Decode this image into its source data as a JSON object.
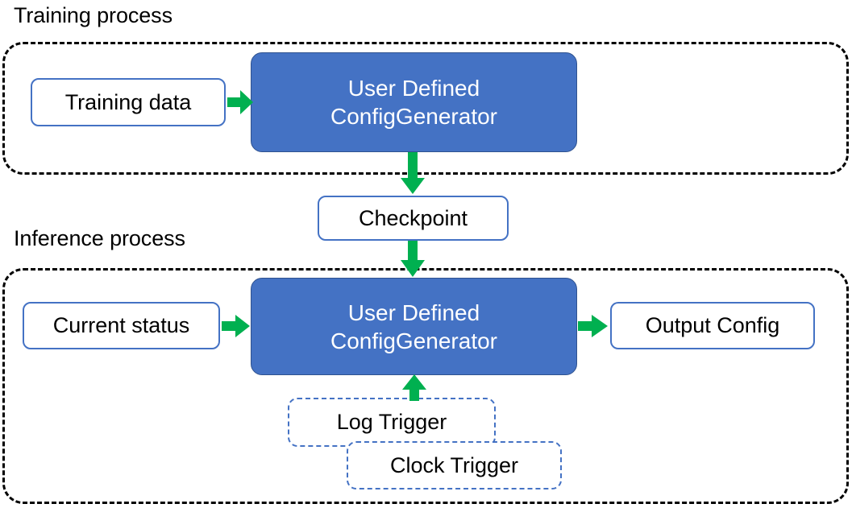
{
  "diagram": {
    "title_training": "Training process",
    "title_inference": "Inference process",
    "colors": {
      "process_fill": "#4472C4",
      "process_text": "#FFFFFF",
      "node_border": "#4472C4",
      "arrow": "#00B050",
      "group_border": "#000000",
      "background": "#FFFFFF"
    }
  },
  "training": {
    "label": "Training process",
    "nodes": {
      "training_data": "Training data",
      "config_generator_line1": "User Defined",
      "config_generator_line2": "ConfigGenerator"
    }
  },
  "bridge": {
    "checkpoint": "Checkpoint"
  },
  "inference": {
    "label": "Inference process",
    "nodes": {
      "current_status": "Current status",
      "config_generator_line1": "User Defined",
      "config_generator_line2": "ConfigGenerator",
      "output_config": "Output Config",
      "log_trigger": "Log Trigger",
      "clock_trigger": "Clock Trigger"
    }
  },
  "edges": [
    {
      "id": "training-data-to-generator",
      "from": "Training data",
      "to": "User Defined ConfigGenerator",
      "direction": "right"
    },
    {
      "id": "generator-to-checkpoint",
      "from": "User Defined ConfigGenerator",
      "to": "Checkpoint",
      "direction": "down"
    },
    {
      "id": "checkpoint-to-inference-generator",
      "from": "Checkpoint",
      "to": "User Defined ConfigGenerator",
      "direction": "down"
    },
    {
      "id": "current-status-to-generator",
      "from": "Current status",
      "to": "User Defined ConfigGenerator",
      "direction": "right"
    },
    {
      "id": "generator-to-output-config",
      "from": "User Defined ConfigGenerator",
      "to": "Output Config",
      "direction": "right"
    },
    {
      "id": "triggers-to-generator",
      "from": "Log Trigger / Clock Trigger",
      "to": "User Defined ConfigGenerator",
      "direction": "up"
    }
  ]
}
